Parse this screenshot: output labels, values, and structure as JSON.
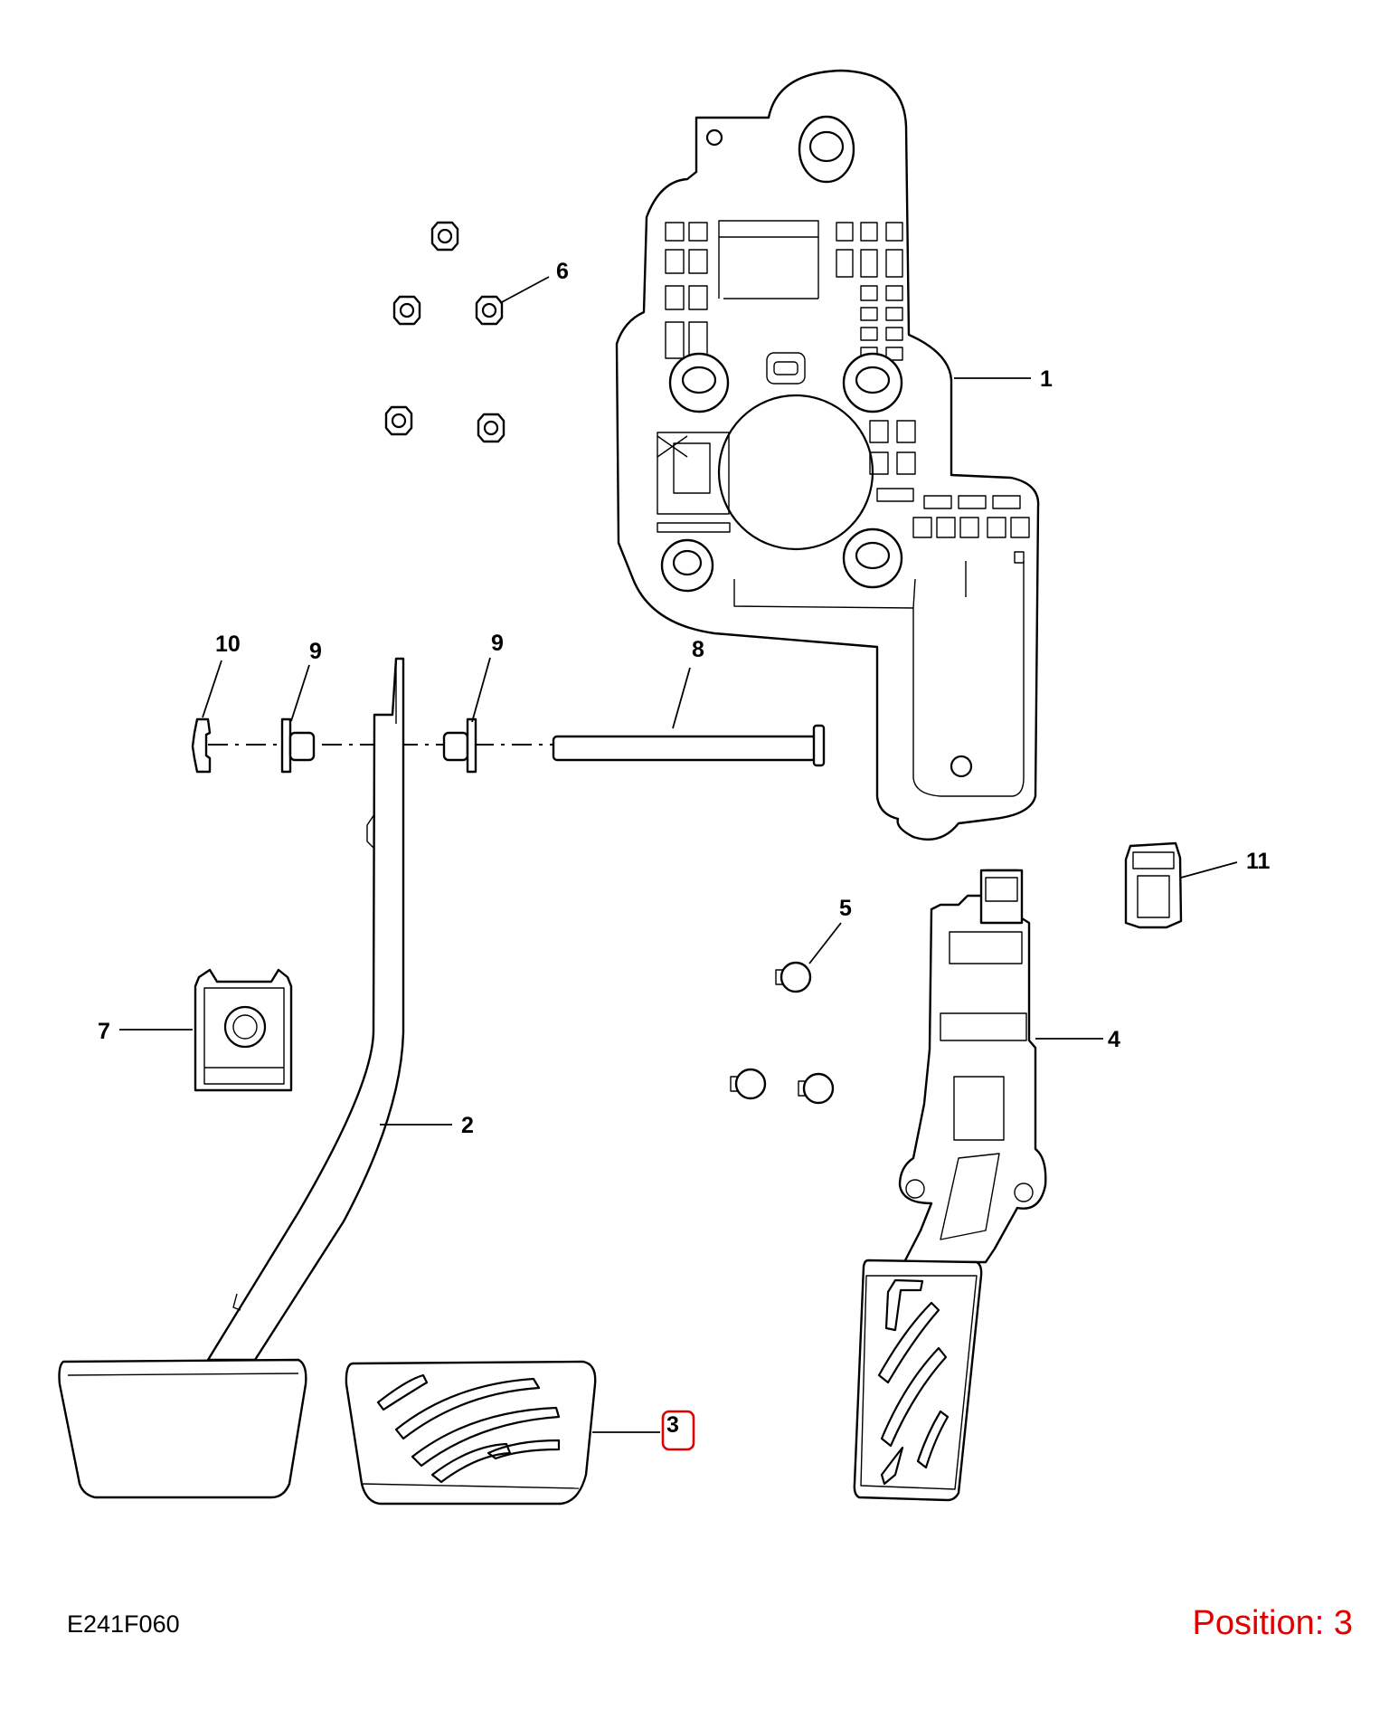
{
  "diagram": {
    "callouts": [
      "1",
      "2",
      "3",
      "4",
      "5",
      "6",
      "7",
      "8",
      "9",
      "9",
      "10",
      "11"
    ],
    "figure_code": "E241F060",
    "position_prefix": "Position:",
    "position_value": "3",
    "highlight_color": "#e00000"
  }
}
